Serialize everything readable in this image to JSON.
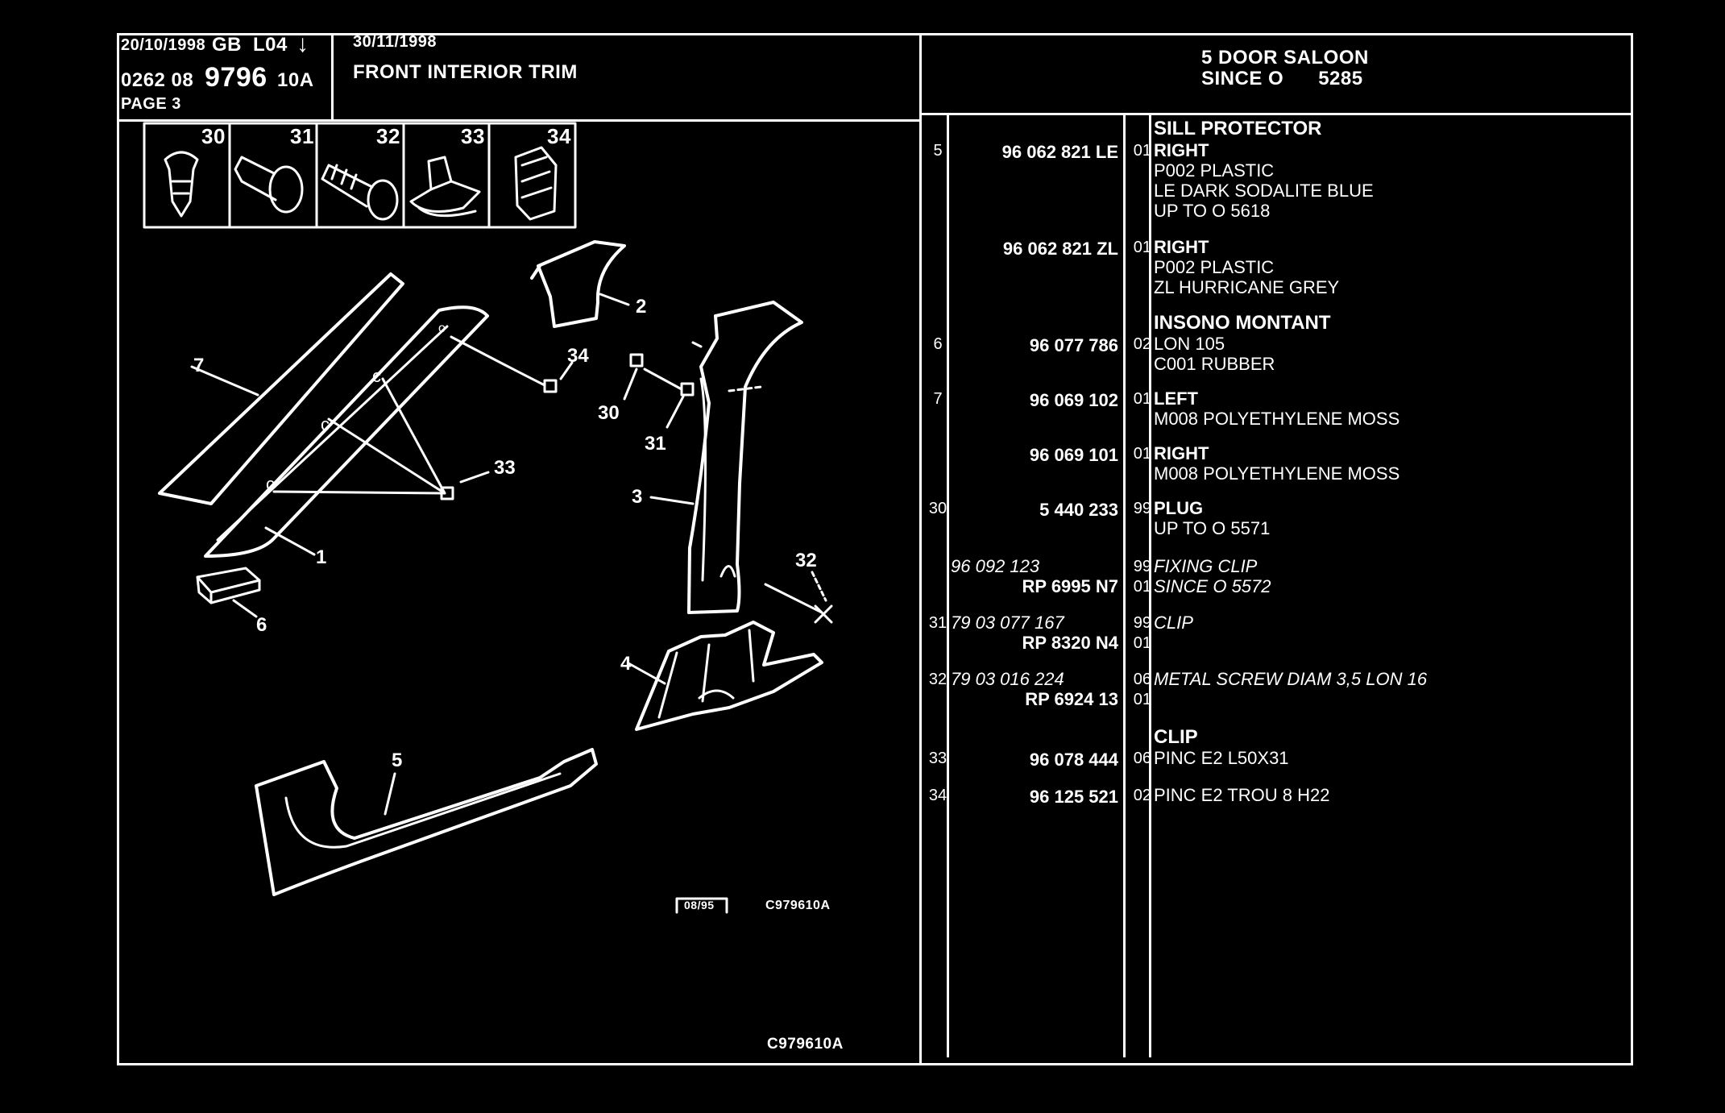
{
  "header": {
    "date1": "20/10/1998",
    "lang": "GB",
    "code": "L04",
    "ref_prefix": "0262 08",
    "ref_main": "9796",
    "ref_suffix": "10A",
    "page": "PAGE 3",
    "date2": "30/11/1998",
    "title": "FRONT INTERIOR TRIM",
    "model_line1": "5 DOOR SALOON",
    "model_line2": "SINCE O      5285"
  },
  "fasteners": [
    "30",
    "31",
    "32",
    "33",
    "34"
  ],
  "callouts": [
    "7",
    "2",
    "34",
    "30",
    "31",
    "33",
    "3",
    "1",
    "6",
    "32",
    "4",
    "5"
  ],
  "footer": {
    "stamp_date": "08/95",
    "code_small": "C979610A",
    "code_large": "C979610A"
  },
  "parts": [
    {
      "heading": "SILL PROTECTOR"
    },
    {
      "idx": "5",
      "ref": "96 062 821 LE",
      "qty": "01",
      "lines": [
        "RIGHT",
        "P002 PLASTIC",
        "LE DARK SODALITE BLUE",
        "UP TO O 5618"
      ]
    },
    {
      "ref": "96 062 821 ZL",
      "qty": "01",
      "lines": [
        "RIGHT",
        "P002 PLASTIC",
        "ZL HURRICANE GREY"
      ]
    },
    {
      "heading": "INSONO MONTANT"
    },
    {
      "idx": "6",
      "ref": "96 077 786",
      "qty": "02",
      "lines": [
        "LON 105",
        "C001 RUBBER"
      ]
    },
    {
      "idx": "7",
      "ref": "96 069 102",
      "qty": "01",
      "lines": [
        "LEFT",
        "M008 POLYETHYLENE MOSS"
      ]
    },
    {
      "ref": "96 069 101",
      "qty": "01",
      "lines": [
        "RIGHT",
        "M008 POLYETHYLENE MOSS"
      ]
    },
    {
      "idx": "30",
      "ref": "5 440 233",
      "qty": "99",
      "lines": [
        "PLUG",
        "UP TO O 5571"
      ]
    },
    {
      "ref_old": "96 092 123",
      "ref": "RP 6995 N7",
      "qty_old": "99",
      "qty": "01",
      "lines": [
        "FIXING CLIP",
        "SINCE O 5572"
      ]
    },
    {
      "idx": "31",
      "ref_old": "79 03 077 167",
      "ref": "RP 8320 N4",
      "qty_old": "99",
      "qty": "01",
      "lines": [
        "CLIP"
      ]
    },
    {
      "idx": "32",
      "ref_old": "79 03 016 224",
      "ref": "RP 6924 13",
      "qty_old": "06",
      "qty": "01",
      "lines": [
        "METAL SCREW DIAM 3,5 LON 16"
      ]
    },
    {
      "heading": "CLIP"
    },
    {
      "idx": "33",
      "ref": "96 078 444",
      "qty": "06",
      "lines": [
        "PINC E2 L50X31"
      ]
    },
    {
      "idx": "34",
      "ref": "96 125 521",
      "qty": "02",
      "lines": [
        "PINC E2 TROU 8 H22"
      ]
    }
  ]
}
